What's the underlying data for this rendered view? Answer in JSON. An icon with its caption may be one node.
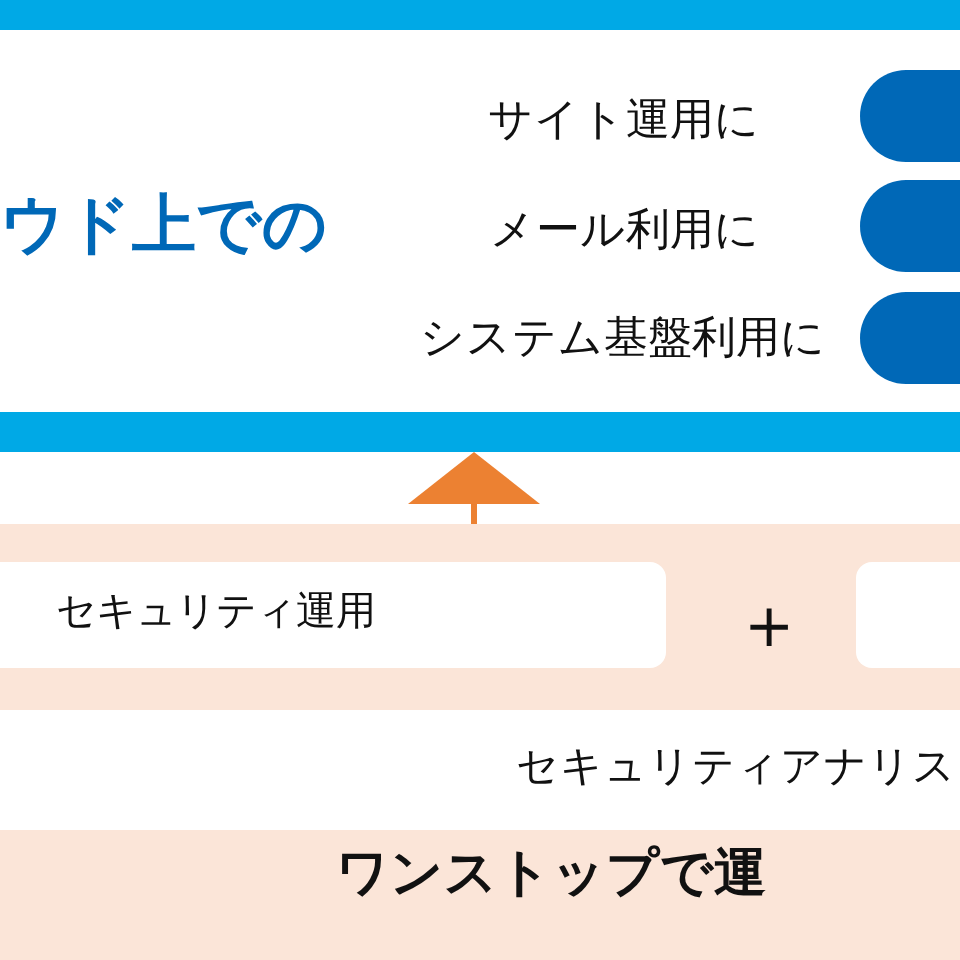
{
  "diagram": {
    "nodes": [
      {
        "text": [
          "ウド上での",
          "サイト運用に",
          "メール利用に",
          "システム基盤利用に"
        ]
      },
      {
        "text": [],
        "shape": "box",
        "in": 0
      },
      {
        "text": [],
        "shape": "box",
        "in": 0
      },
      {
        "text": [],
        "shape": "box",
        "in": 0
      },
      {
        "text": [
          "ワンストップで運"
        ]
      },
      {
        "text": [
          "セキュリティ運用"
        ],
        "in": 4
      },
      {
        "text": [],
        "shape": "box",
        "in": 4
      },
      {
        "text": [
          "セキュリティアナリス"
        ],
        "in": 4
      }
    ],
    "edges": [
      {
        "from": 4,
        "to": 0,
        "arrow": "to"
      }
    ],
    "labels": [
      "+"
    ]
  }
}
